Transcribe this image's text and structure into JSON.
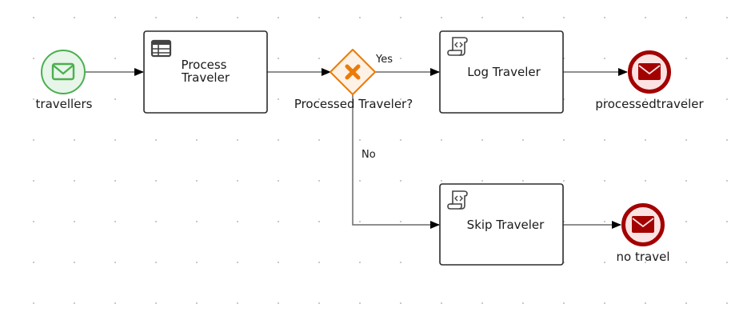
{
  "diagram": {
    "type": "bpmn-process",
    "colors": {
      "start_stroke": "#4caf50",
      "start_fill": "#e8f5e9",
      "end_stroke": "#a30000",
      "end_fill": "#fbe3e3",
      "gateway_stroke": "#ec7a08",
      "gateway_fill": "#fdf2e5",
      "task_stroke": "#2b2b2b",
      "flow": "#6a6a6a"
    },
    "nodes": {
      "start": {
        "label": "travellers",
        "kind": "message-start-event",
        "icon": "envelope-icon"
      },
      "process_task": {
        "label_line1": "Process",
        "label_line2": "Traveler",
        "kind": "business-rule-task",
        "icon": "table-icon"
      },
      "gateway": {
        "label": "Processed Traveler?",
        "kind": "exclusive-gateway",
        "icon": "x-icon"
      },
      "log_task": {
        "label": "Log Traveler",
        "kind": "script-task",
        "icon": "script-icon"
      },
      "skip_task": {
        "label": "Skip Traveler",
        "kind": "script-task",
        "icon": "script-icon"
      },
      "end_processed": {
        "label": "processedtraveler",
        "kind": "message-end-event",
        "icon": "envelope-icon"
      },
      "end_no_travel": {
        "label": "no travel",
        "kind": "message-end-event",
        "icon": "envelope-icon"
      }
    },
    "flows": {
      "yes_label": "Yes",
      "no_label": "No"
    }
  }
}
